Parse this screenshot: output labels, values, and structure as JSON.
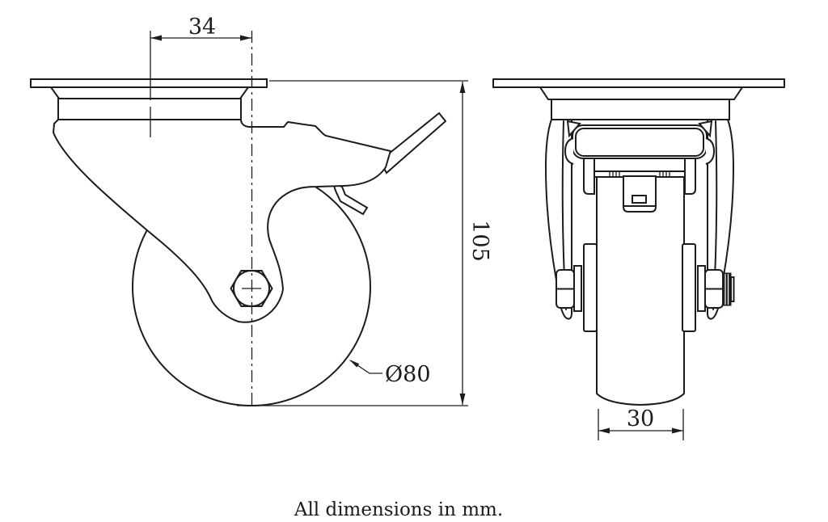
{
  "drawing": {
    "caption": "All dimensions in mm.",
    "colors": {
      "line": "#1c1c1c",
      "background": "#ffffff"
    },
    "dimensions": {
      "plate_offset": "34",
      "overall_height": "105",
      "wheel_diameter": "Ø80",
      "wheel_width": "30"
    }
  }
}
